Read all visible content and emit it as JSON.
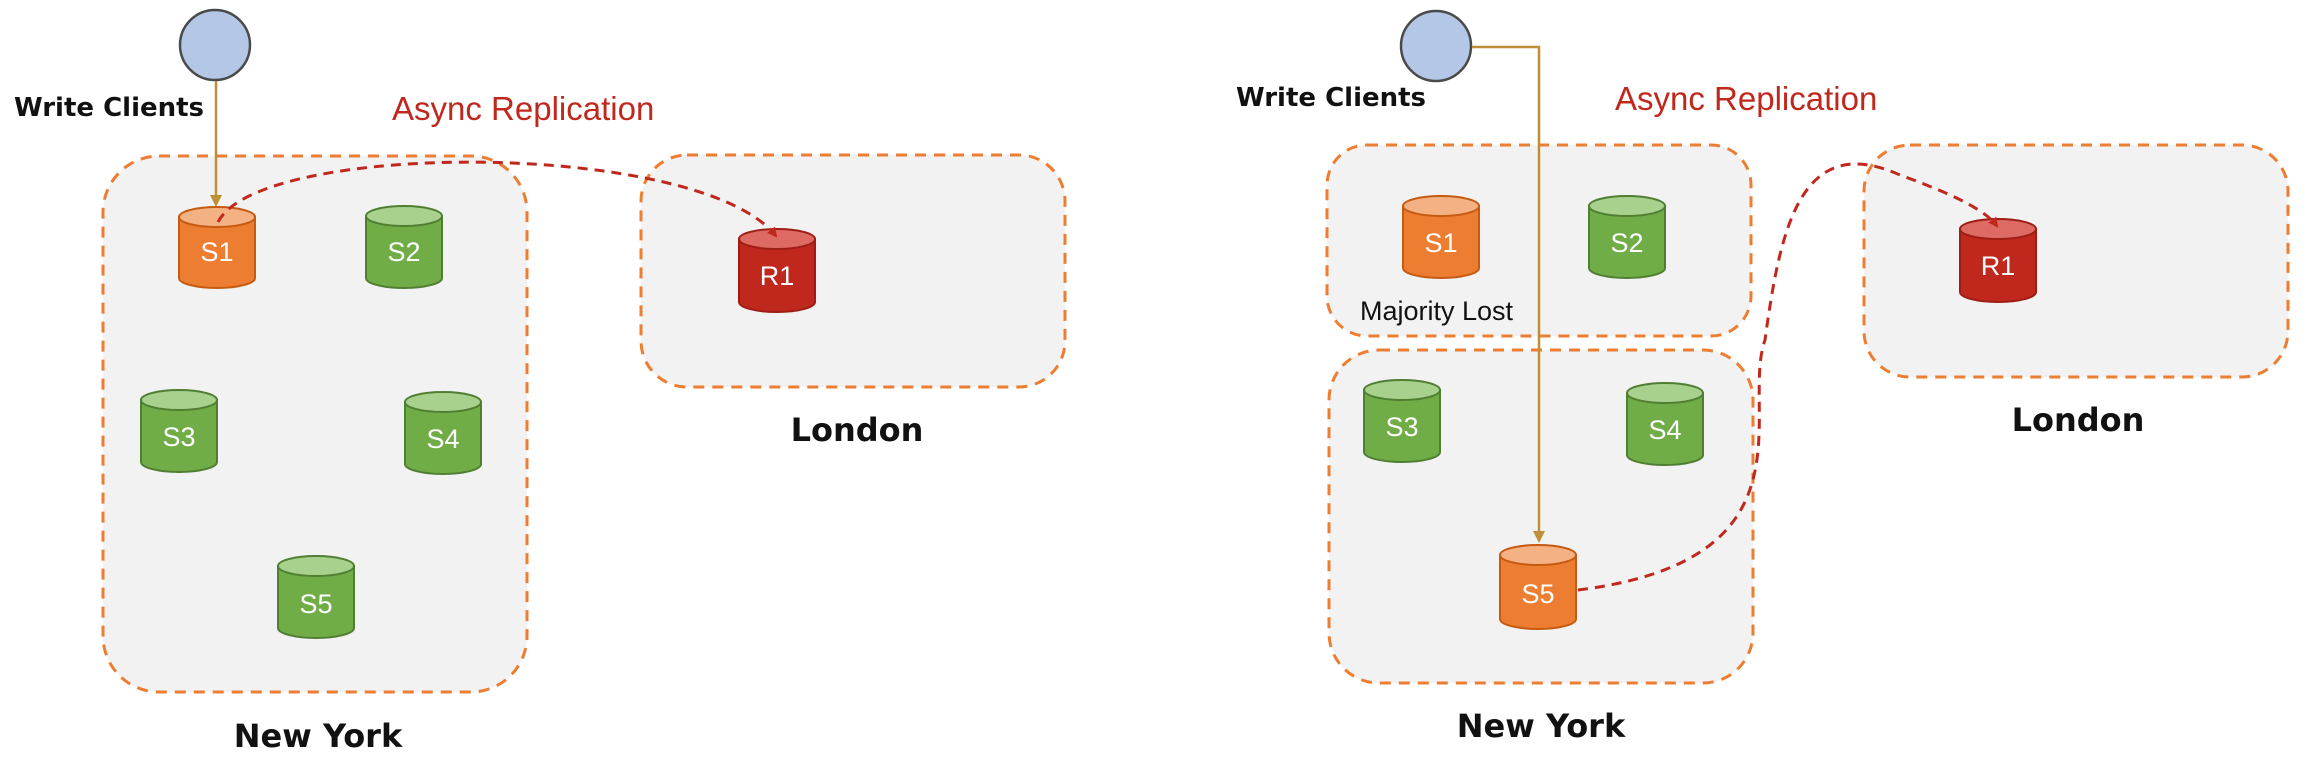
{
  "colors": {
    "client": "#B4C7E7",
    "primary": "#ED7D31",
    "secondary": "#70AD47",
    "replica": "#C0281E",
    "zone_border": "#ED7D31",
    "zone_fill": "#F2F2F2",
    "replication_arrow": "#C0281E",
    "write_arrow": "#BF8F36"
  },
  "left": {
    "write_clients_label": "Write Clients",
    "replication_label": "Async Replication",
    "newyork_label": "New York",
    "london_label": "London",
    "nodes": {
      "s1": "S1",
      "s2": "S2",
      "s3": "S3",
      "s4": "S4",
      "s5": "S5",
      "r1": "R1"
    }
  },
  "right": {
    "write_clients_label": "Write Clients",
    "replication_label": "Async Replication",
    "majority_lost_label": "Majority Lost",
    "newyork_label": "New York",
    "london_label": "London",
    "nodes": {
      "s1": "S1",
      "s2": "S2",
      "s3": "S3",
      "s4": "S4",
      "s5": "S5",
      "r1": "R1"
    }
  }
}
